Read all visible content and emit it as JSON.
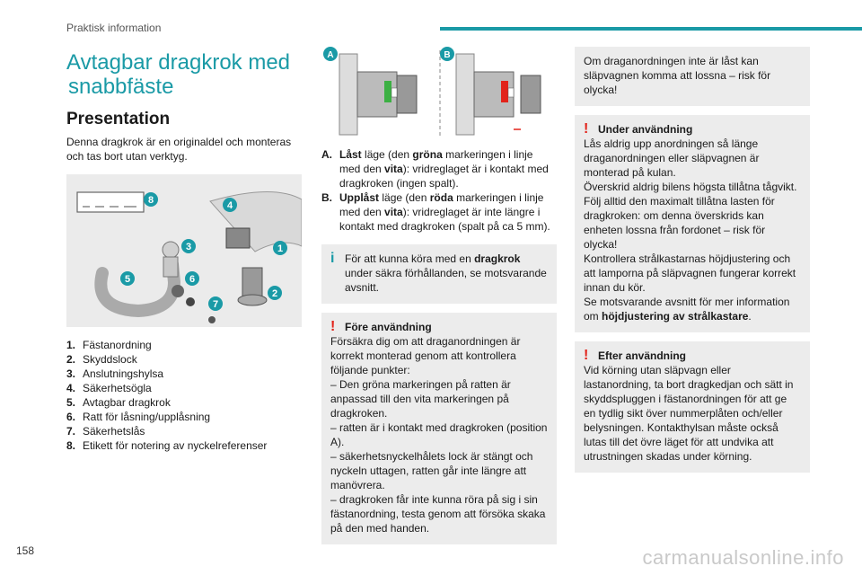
{
  "header": {
    "section": "Praktisk information"
  },
  "page_number": "158",
  "watermark": "carmanualsonline.info",
  "col1": {
    "title_line1": "Avtagbar dragkrok med",
    "title_line2": "snabbfäste",
    "subheading": "Presentation",
    "intro": "Denna dragkrok är en originaldel och monteras och tas bort utan verktyg.",
    "callouts": [
      "1",
      "2",
      "3",
      "4",
      "5",
      "6",
      "7",
      "8"
    ],
    "parts": [
      {
        "num": "1.",
        "label": "Fästanordning"
      },
      {
        "num": "2.",
        "label": "Skyddslock"
      },
      {
        "num": "3.",
        "label": "Anslutningshylsa"
      },
      {
        "num": "4.",
        "label": "Säkerhetsögla"
      },
      {
        "num": "5.",
        "label": "Avtagbar dragkrok"
      },
      {
        "num": "6.",
        "label": "Ratt för låsning/upplåsning"
      },
      {
        "num": "7.",
        "label": "Säkerhetslås"
      },
      {
        "num": "8.",
        "label": "Etikett för notering av nyckelreferenser"
      }
    ]
  },
  "col2": {
    "fig_a_label": "A",
    "fig_b_label": "B",
    "legend": {
      "a_key": "A.",
      "a_bold": "Låst",
      "a_text1": " läge (den ",
      "a_bold2": "gröna",
      "a_text2": " markeringen i linje med den ",
      "a_bold3": "vita",
      "a_text3": "): vridreglaget är i kontakt med dragkroken (ingen spalt).",
      "b_key": "B.",
      "b_bold": "Upplåst",
      "b_text1": " läge (den ",
      "b_bold2": "röda",
      "b_text2": " markeringen i linje med den ",
      "b_bold3": "vita",
      "b_text3": "): vridreglaget är inte längre i kontakt med dragkroken (spalt på ca 5 mm)."
    },
    "info_box": {
      "pre": "För att kunna köra med en ",
      "bold": "dragkrok",
      "post": " under säkra förhållanden, se motsvarande avsnitt."
    },
    "before_box": {
      "title": "Före användning",
      "lines": [
        "Försäkra dig om att draganordningen är korrekt monterad genom att kontrollera följande punkter:",
        "– Den gröna markeringen på ratten är anpassad till den vita markeringen på dragkroken.",
        "– ratten är i kontakt med dragkroken (position A).",
        "– säkerhetsnyckelhålets lock är stängt och nyckeln uttagen, ratten går inte längre att manövrera.",
        "– dragkroken får inte kunna röra på sig i sin fästanordning, testa genom att försöka skaka på den med handen."
      ]
    }
  },
  "col3": {
    "top_box": "Om draganordningen inte är låst kan släpvagnen komma att lossna – risk för olycka!",
    "during_box": {
      "title": "Under användning",
      "lines": [
        "Lås aldrig upp anordningen så länge draganordningen eller släpvagnen är monterad på kulan.",
        "Överskrid aldrig bilens högsta tillåtna tågvikt. Följ alltid den maximalt tillåtna lasten för dragkroken: om denna överskrids kan enheten lossna från fordonet – risk för olycka!",
        "Kontrollera strålkastarnas höjdjustering och att lamporna på släpvagnen fungerar korrekt innan du kör."
      ],
      "ref_pre": "Se motsvarande avsnitt för mer information om ",
      "ref_bold": "höjdjustering av strålkastare",
      "ref_post": "."
    },
    "after_box": {
      "title": "Efter användning",
      "text": "Vid körning utan släpvagn eller lastanordning, ta bort dragkedjan och sätt in skyddspluggen i fästanordningen för att ge en tydlig sikt över nummerplåten och/eller belysningen. Kontakthylsan måste också lutas till det övre läget för att undvika att utrustningen skadas under körning."
    }
  },
  "colors": {
    "accent": "#1a9aa6",
    "warning": "#e2231a",
    "box_bg": "#ececec",
    "lock_green": "#3cb043",
    "unlock_red": "#e2231a"
  },
  "icons": {
    "warning": "exclamation-warning-icon",
    "info": "info-icon"
  }
}
